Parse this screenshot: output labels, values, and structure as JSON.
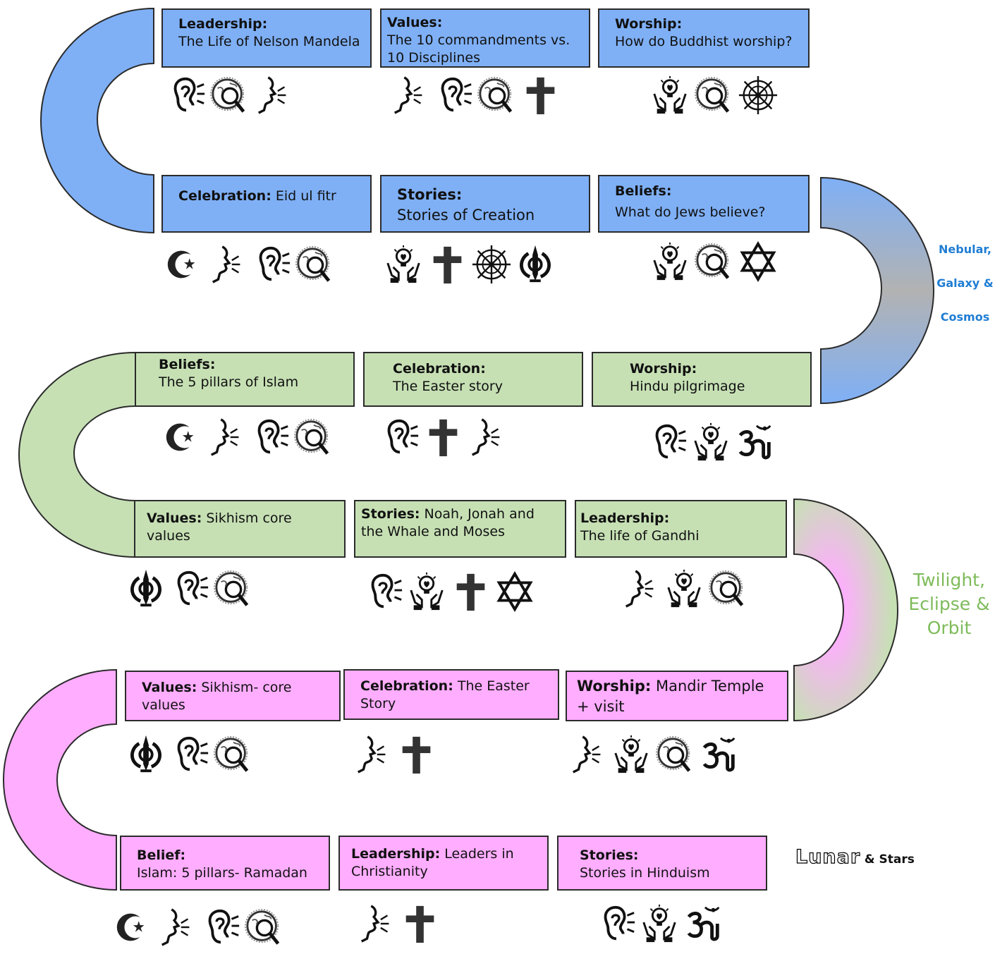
{
  "colors": {
    "blue": "#7fb0f6",
    "green": "#c6e0b4",
    "pink": "#ffadff",
    "blue_label": "#1f7dd3",
    "green_label": "#7ebb5a"
  },
  "row1": [
    {
      "topic": "Leadership:",
      "subject": "The Life of Nelson Mandela"
    },
    {
      "topic": "Values:",
      "subject": "The 10 commandments vs. 10 Disciplines"
    },
    {
      "topic": "Worship:",
      "subject": "How do Buddhist worship?"
    }
  ],
  "row2": [
    {
      "topic": "Celebration:",
      "subject": "Eid ul fitr"
    },
    {
      "topic": "Stories:",
      "subject": "Stories of Creation"
    },
    {
      "topic": "Beliefs:",
      "subject": "What do Jews believe?"
    }
  ],
  "row3": [
    {
      "topic": "Beliefs:",
      "subject": "The 5 pillars of Islam"
    },
    {
      "topic": "Celebration:",
      "subject": "The Easter story"
    },
    {
      "topic": "Worship:",
      "subject": "Hindu pilgrimage"
    }
  ],
  "row4": [
    {
      "topic": "Values:",
      "subject": "Sikhism core values"
    },
    {
      "topic": "Stories:",
      "subject": "Noah, Jonah and the Whale and Moses"
    },
    {
      "topic": "Leadership:",
      "subject": "The life of Gandhi"
    }
  ],
  "row5": [
    {
      "topic": "Values:",
      "subject": "Sikhism- core values"
    },
    {
      "topic": "Celebration:",
      "subject": "The Easter Story"
    },
    {
      "topic": "Worship:",
      "subject": "Mandir Temple + visit"
    }
  ],
  "row6": [
    {
      "topic": "Belief:",
      "subject": "Islam: 5 pillars- Ramadan"
    },
    {
      "topic": "Leadership:",
      "subject": "Leaders in Christianity"
    },
    {
      "topic": "Stories:",
      "subject": "Stories in Hinduism"
    }
  ],
  "side_labels": {
    "blue": [
      "Nebular,",
      "Galaxy &",
      "Cosmos"
    ],
    "green": [
      "Twilight,",
      "Eclipse &",
      "Orbit"
    ],
    "pink_main": "Lunar",
    "pink_rest": "& Stars"
  },
  "icon_rows": [
    [
      [
        "ear-icon",
        "research-icon",
        "speak-icon"
      ],
      [
        "speak-icon",
        "ear-icon",
        "research-icon",
        "cross-icon"
      ],
      [
        "reflect-icon",
        "research-icon",
        "dharma-wheel-icon"
      ]
    ],
    [
      [
        "crescent-star-icon",
        "speak-icon",
        "ear-icon",
        "research-icon"
      ],
      [
        "reflect-icon",
        "cross-icon",
        "dharma-wheel-icon",
        "khanda-icon"
      ],
      [
        "reflect-icon",
        "research-icon",
        "star-of-david-icon"
      ]
    ],
    [
      [
        "crescent-star-icon",
        "speak-icon",
        "ear-icon",
        "research-icon"
      ],
      [
        "ear-icon",
        "cross-icon",
        "speak-icon"
      ],
      [
        "ear-icon",
        "reflect-icon",
        "om-icon"
      ]
    ],
    [
      [
        "khanda-icon",
        "ear-icon",
        "research-icon"
      ],
      [
        "ear-icon",
        "reflect-icon",
        "cross-icon",
        "star-of-david-icon"
      ],
      [
        "speak-icon",
        "reflect-icon",
        "research-icon"
      ]
    ],
    [
      [
        "khanda-icon",
        "ear-icon",
        "research-icon"
      ],
      [
        "speak-icon",
        "cross-icon"
      ],
      [
        "speak-icon",
        "reflect-icon",
        "research-icon",
        "om-icon"
      ]
    ],
    [
      [
        "crescent-star-icon",
        "speak-icon",
        "ear-icon",
        "research-icon"
      ],
      [
        "speak-icon",
        "cross-icon"
      ],
      [
        "ear-icon",
        "reflect-icon",
        "om-icon"
      ]
    ]
  ]
}
